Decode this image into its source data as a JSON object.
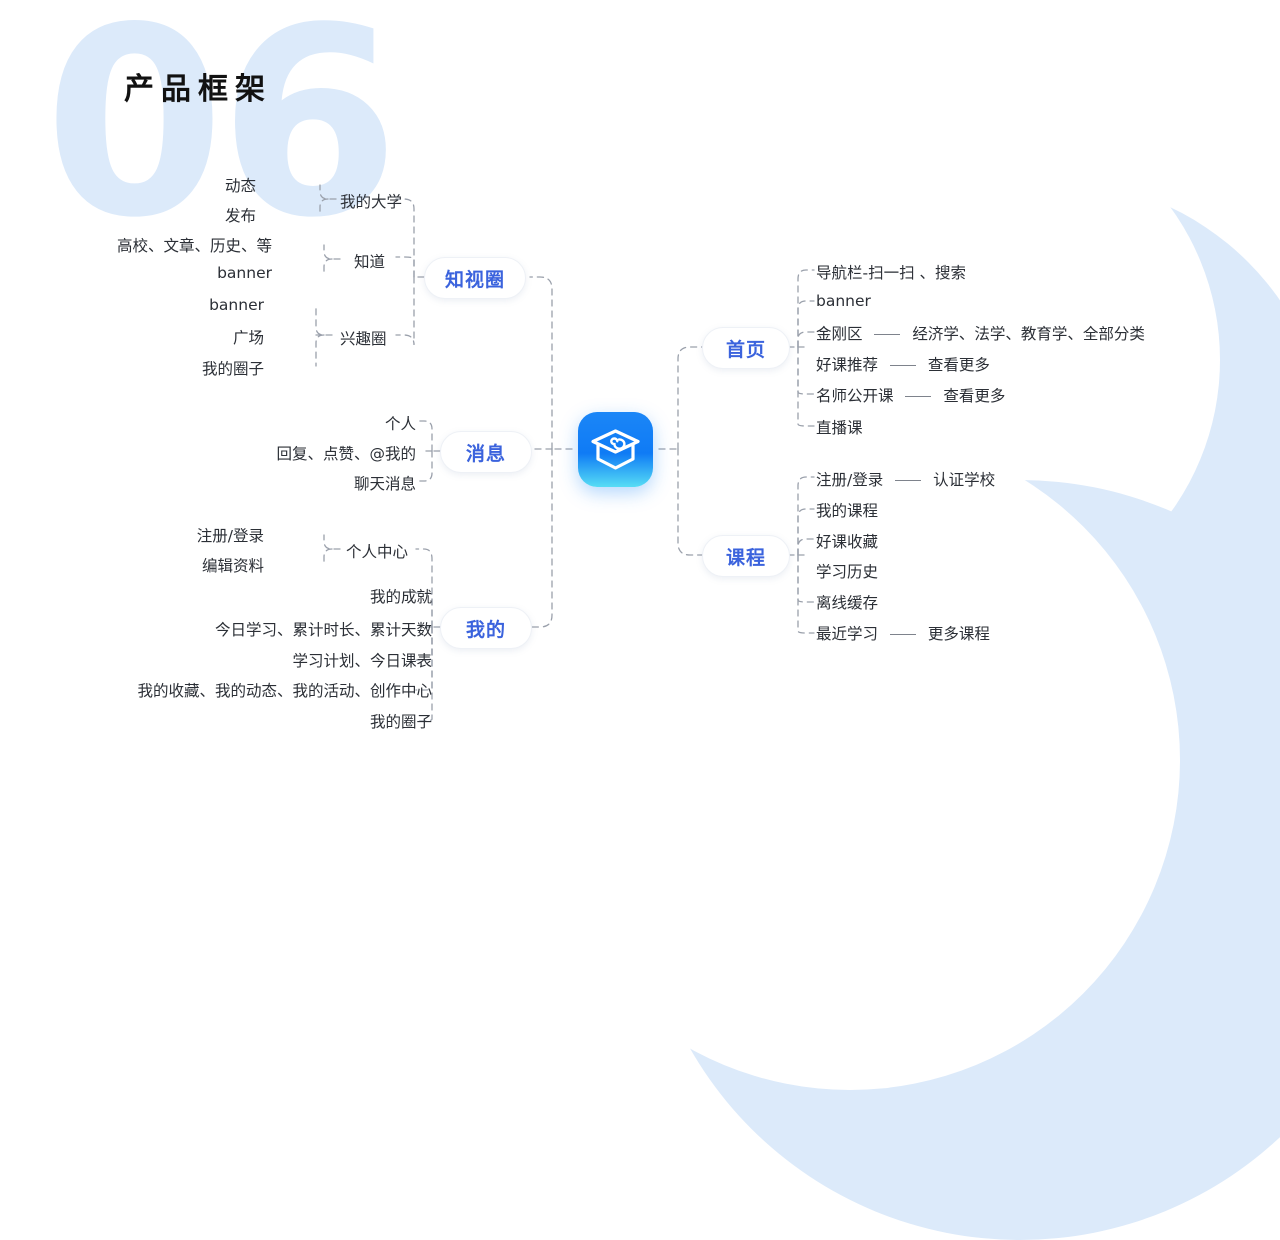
{
  "page": {
    "title": "产品框架",
    "watermark": "06",
    "colors": {
      "accent_blue": "#3b63dd",
      "bg_blue": "#dceafa",
      "logo_blue": "#0f7bf5",
      "logo_cyan": "#57ddf5",
      "wire_gray": "#9aa0ab",
      "text_dark": "#2b2f36"
    }
  },
  "center": {
    "icon": "graduation-cap-app-icon"
  },
  "branches": {
    "zhishiquan": {
      "label": "知视圈",
      "children": [
        {
          "label": "我的大学",
          "leaves": [
            "动态",
            "发布"
          ]
        },
        {
          "label": "知道",
          "leaves": [
            "高校、文章、历史、等",
            "banner"
          ]
        },
        {
          "label": "兴趣圈",
          "leaves": [
            "banner",
            "广场",
            "我的圈子"
          ]
        }
      ]
    },
    "xiaoxi": {
      "label": "消息",
      "children": [
        {
          "label": "个人",
          "leaves": []
        },
        {
          "label": "回复、点赞、@我的",
          "leaves": []
        },
        {
          "label": "聊天消息",
          "leaves": []
        }
      ]
    },
    "wode": {
      "label": "我的",
      "children": [
        {
          "label": "个人中心",
          "leaves": [
            "注册/登录",
            "编辑资料"
          ]
        },
        {
          "label": "我的成就",
          "leaves": []
        },
        {
          "label": "今日学习、累计时长、累计天数",
          "leaves": []
        },
        {
          "label": "学习计划、今日课表",
          "leaves": []
        },
        {
          "label": "我的收藏、我的动态、我的活动、创作中心",
          "leaves": []
        },
        {
          "label": "我的圈子",
          "leaves": []
        }
      ]
    },
    "shouye": {
      "label": "首页",
      "children": [
        {
          "label": "导航栏-扫一扫 、搜索",
          "sub": ""
        },
        {
          "label": "banner",
          "sub": ""
        },
        {
          "label": "金刚区",
          "sub": "经济学、法学、教育学、全部分类"
        },
        {
          "label": "好课推荐",
          "sub": "查看更多"
        },
        {
          "label": "名师公开课",
          "sub": "查看更多"
        },
        {
          "label": "直播课",
          "sub": ""
        }
      ]
    },
    "kecheng": {
      "label": "课程",
      "children": [
        {
          "label": "注册/登录",
          "sub": "认证学校"
        },
        {
          "label": "我的课程",
          "sub": ""
        },
        {
          "label": "好课收藏",
          "sub": ""
        },
        {
          "label": "学习历史",
          "sub": ""
        },
        {
          "label": "离线缓存",
          "sub": ""
        },
        {
          "label": "最近学习",
          "sub": "更多课程"
        }
      ]
    }
  }
}
